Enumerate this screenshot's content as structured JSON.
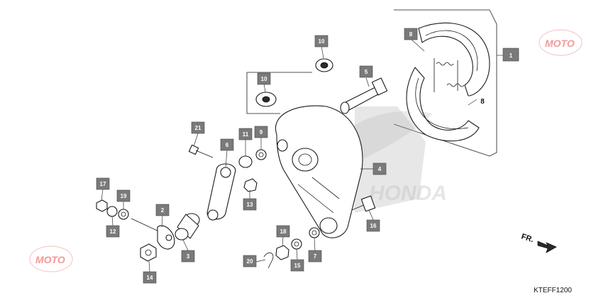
{
  "diagram": {
    "code": "KTEFF1200",
    "direction_label": "FR.",
    "watermark_text": "HONDA",
    "logo_text": "MOTO",
    "callouts": [
      {
        "id": "c1",
        "label": "1"
      },
      {
        "id": "c8",
        "label": "8"
      },
      {
        "id": "c8b",
        "label": "8"
      },
      {
        "id": "c10a",
        "label": "10"
      },
      {
        "id": "c10b",
        "label": "10"
      },
      {
        "id": "c5",
        "label": "5"
      },
      {
        "id": "c21",
        "label": "21"
      },
      {
        "id": "c6",
        "label": "6"
      },
      {
        "id": "c11",
        "label": "11"
      },
      {
        "id": "c9",
        "label": "9"
      },
      {
        "id": "c4",
        "label": "4"
      },
      {
        "id": "c13",
        "label": "13"
      },
      {
        "id": "c17",
        "label": "17"
      },
      {
        "id": "c19",
        "label": "19"
      },
      {
        "id": "c12",
        "label": "12"
      },
      {
        "id": "c2",
        "label": "2"
      },
      {
        "id": "c3",
        "label": "3"
      },
      {
        "id": "c14",
        "label": "14"
      },
      {
        "id": "c16",
        "label": "16"
      },
      {
        "id": "c18",
        "label": "18"
      },
      {
        "id": "c20",
        "label": "20"
      },
      {
        "id": "c15",
        "label": "15"
      },
      {
        "id": "c7",
        "label": "7"
      }
    ]
  }
}
